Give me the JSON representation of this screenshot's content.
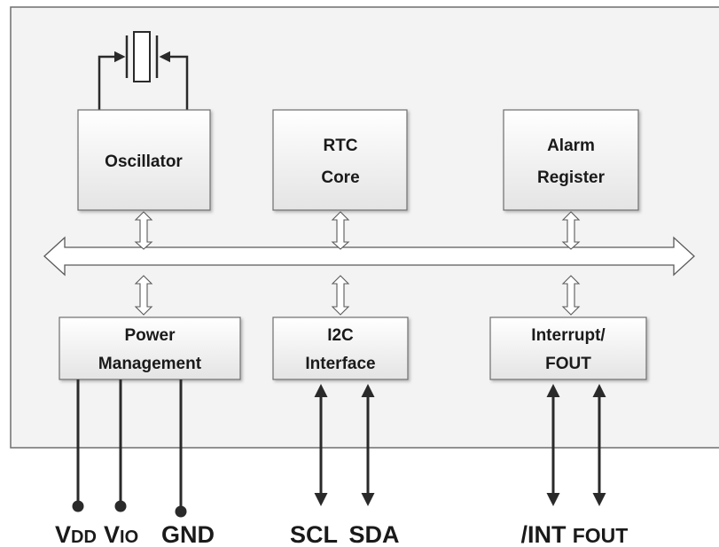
{
  "blocks": {
    "oscillator": {
      "label": "Oscillator"
    },
    "rtc_core": {
      "line1": "RTC",
      "line2": "Core"
    },
    "alarm_register": {
      "line1": "Alarm",
      "line2": "Register"
    },
    "power_management": {
      "line1": "Power",
      "line2": "Management"
    },
    "i2c_interface": {
      "line1": "I2C",
      "line2": "Interface"
    },
    "interrupt_fout": {
      "line1": "Interrupt/",
      "line2": "FOUT"
    }
  },
  "pins": {
    "vdd": {
      "main": "V",
      "sub": "DD"
    },
    "vio": {
      "main": "V",
      "sub": "IO"
    },
    "gnd": "GND",
    "scl": "SCL",
    "sda": "SDA",
    "int": "/INT",
    "fout": "FOUT"
  },
  "colors": {
    "chip_fill": "#f2f2f2",
    "chip_border": "#6e6e6e",
    "block_fill": "#efefef",
    "line": "#3a3a3a"
  }
}
